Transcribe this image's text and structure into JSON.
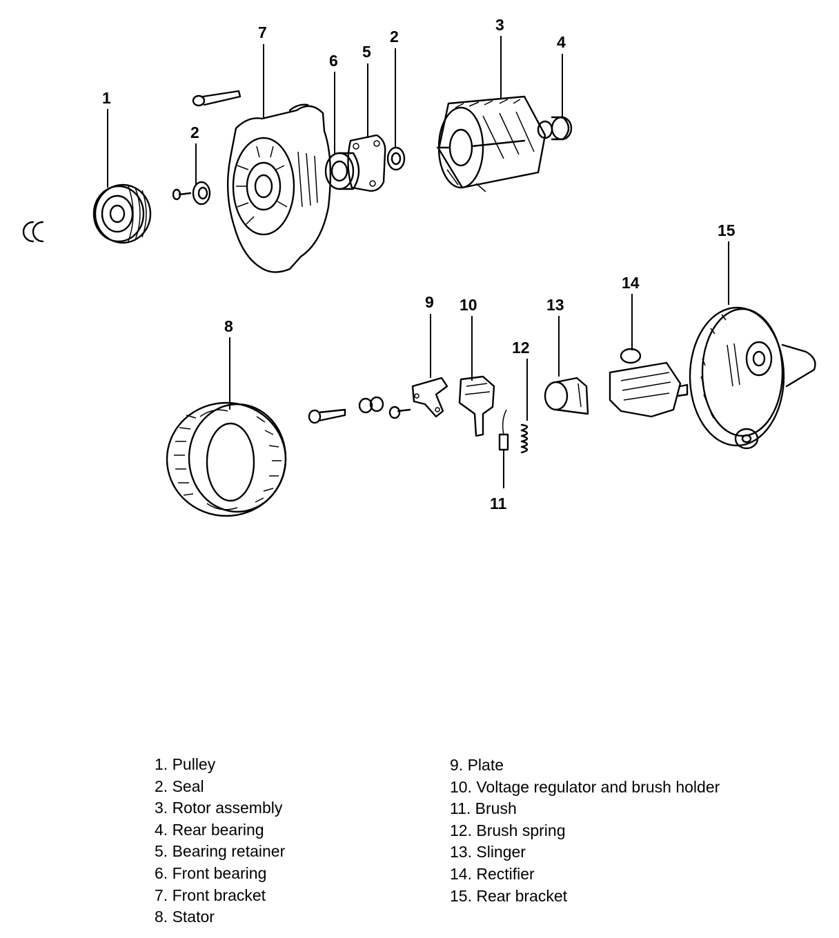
{
  "callouts": [
    {
      "id": "c1",
      "label": "1"
    },
    {
      "id": "c2a",
      "label": "2"
    },
    {
      "id": "c2b",
      "label": "2"
    },
    {
      "id": "c3",
      "label": "3"
    },
    {
      "id": "c4",
      "label": "4"
    },
    {
      "id": "c5",
      "label": "5"
    },
    {
      "id": "c6",
      "label": "6"
    },
    {
      "id": "c7",
      "label": "7"
    },
    {
      "id": "c8",
      "label": "8"
    },
    {
      "id": "c9",
      "label": "9"
    },
    {
      "id": "c10",
      "label": "10"
    },
    {
      "id": "c11",
      "label": "11"
    },
    {
      "id": "c12",
      "label": "12"
    },
    {
      "id": "c13",
      "label": "13"
    },
    {
      "id": "c14",
      "label": "14"
    },
    {
      "id": "c15",
      "label": "15"
    }
  ],
  "legend_left": [
    "1. Pulley",
    "2. Seal",
    "3. Rotor assembly",
    "4. Rear bearing",
    "5. Bearing retainer",
    "6. Front bearing",
    "7. Front bracket",
    "8. Stator"
  ],
  "legend_right": [
    "9. Plate",
    "10. Voltage regulator and brush holder",
    "11. Brush",
    "12. Brush spring",
    "13. Slinger",
    "14. Rectifier",
    "15. Rear bracket"
  ]
}
